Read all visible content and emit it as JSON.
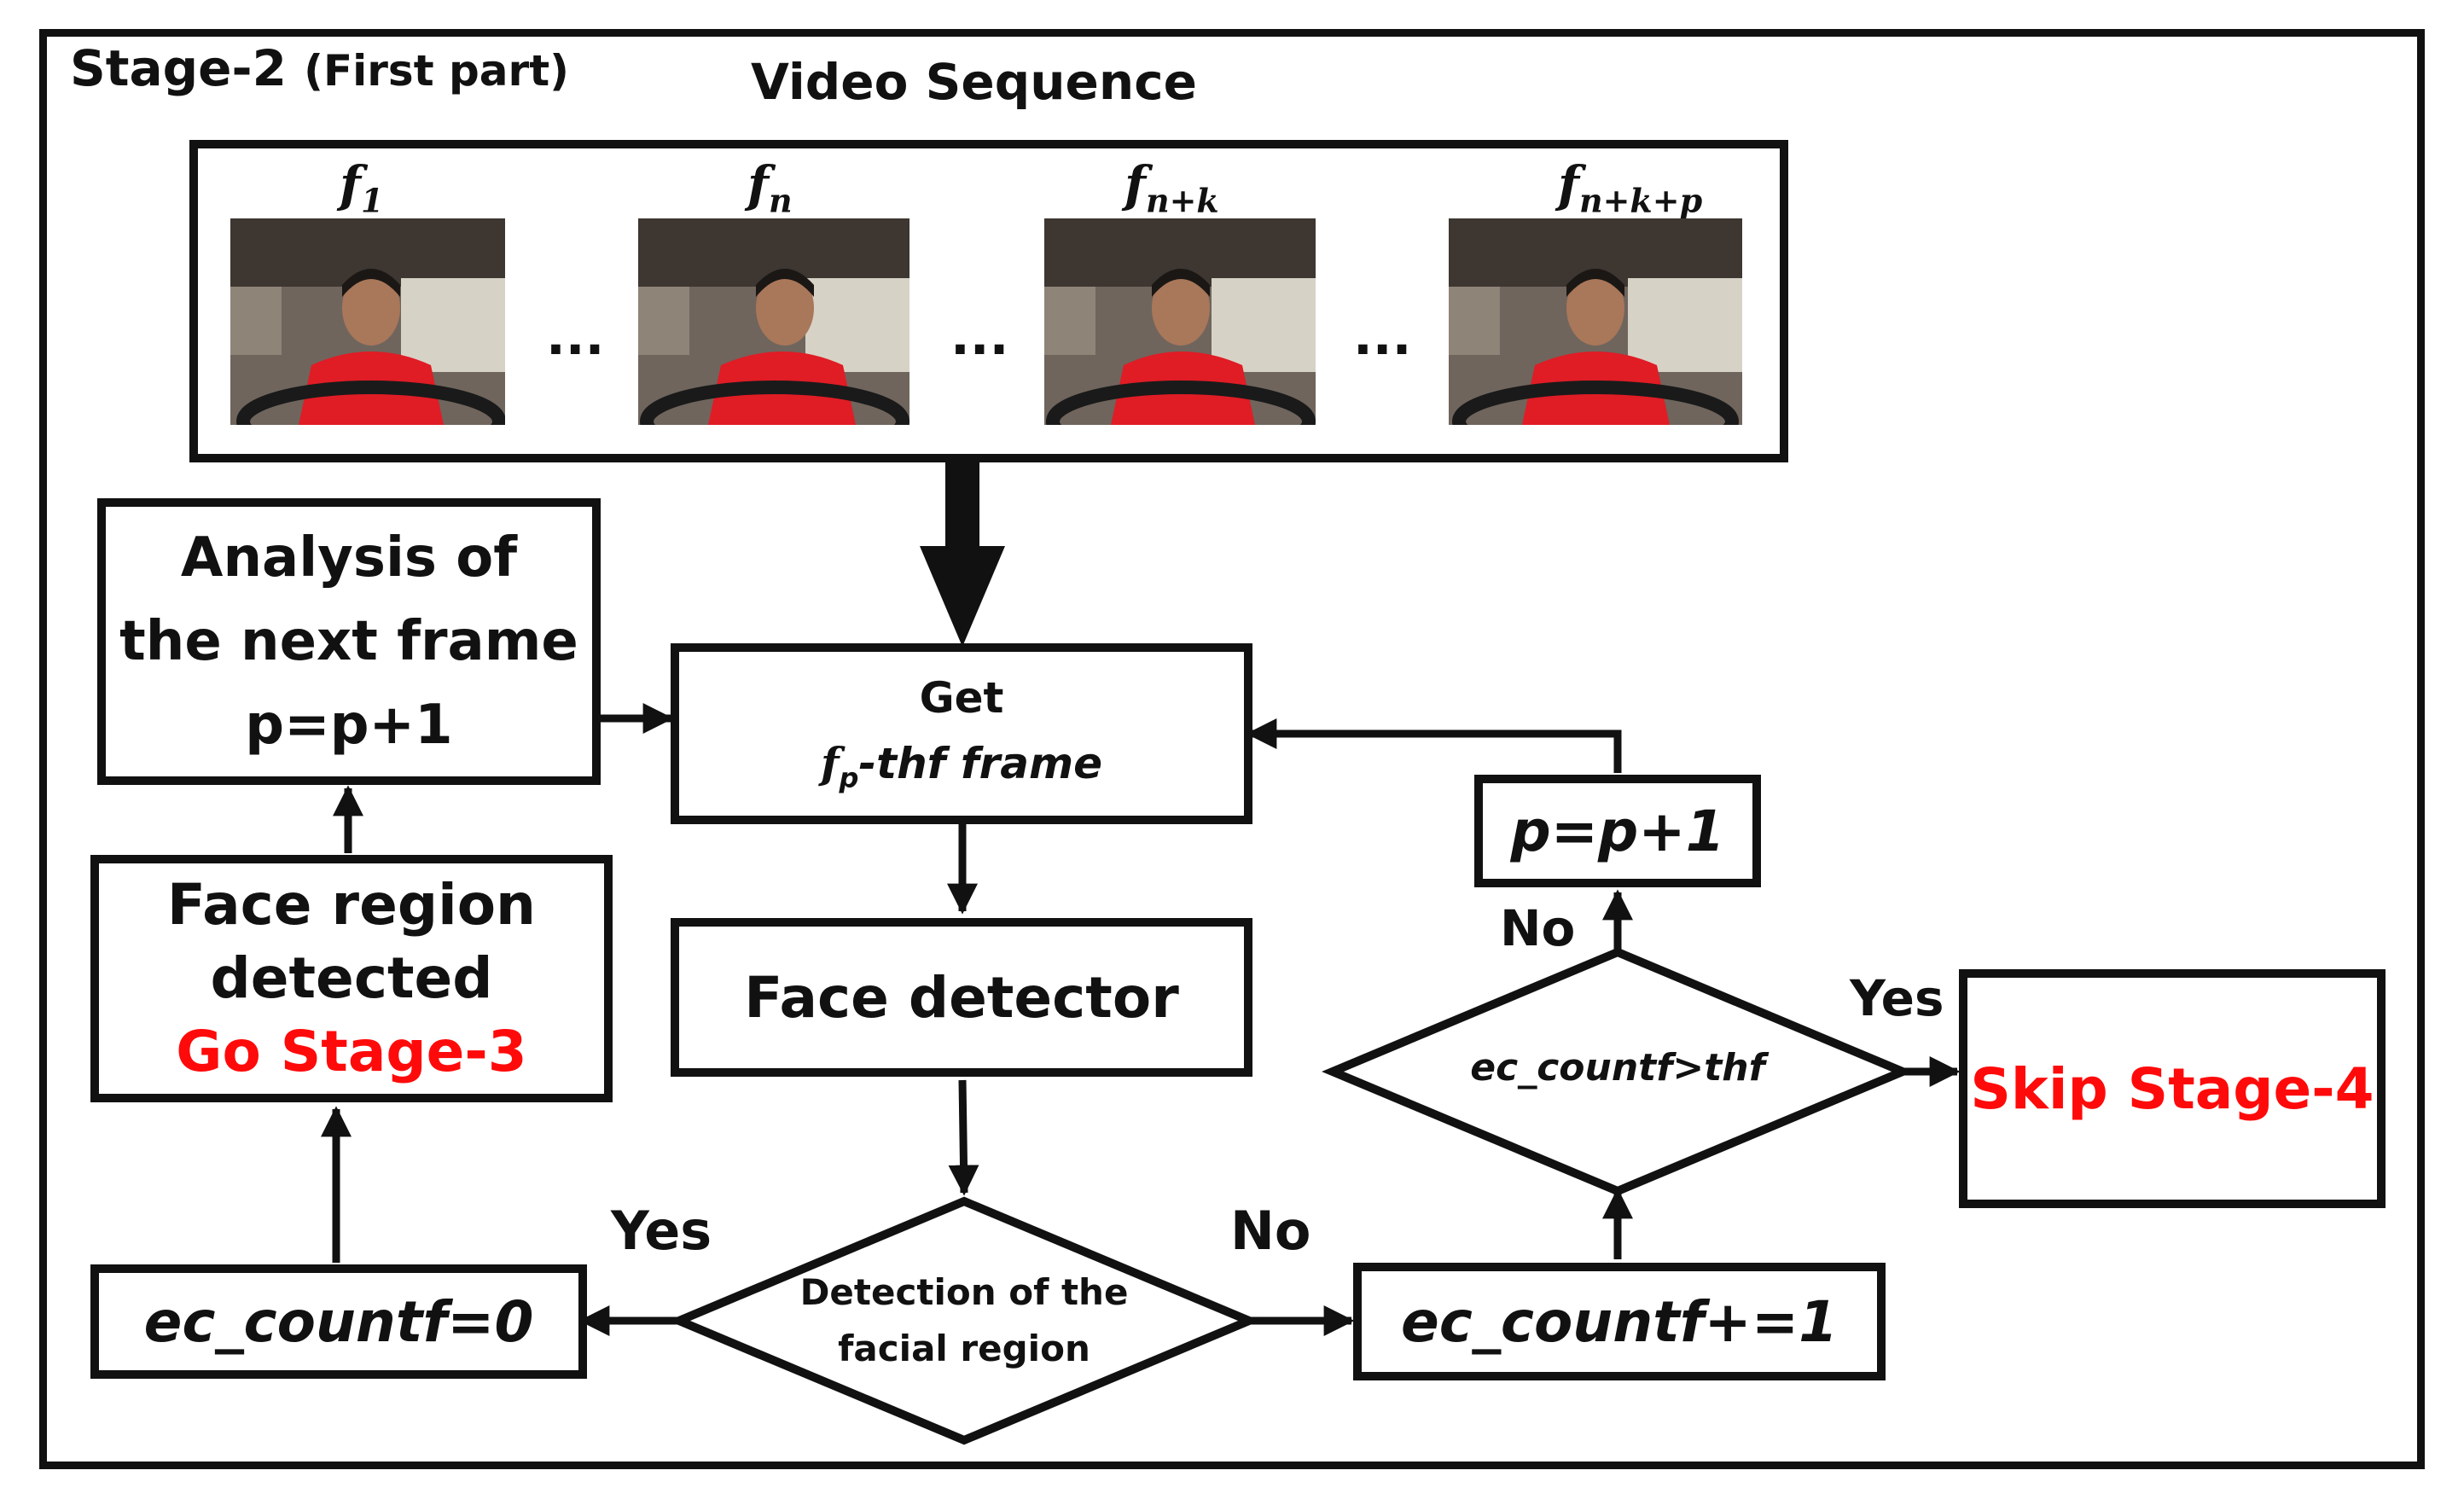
{
  "stage": {
    "title": "Stage-2",
    "subtitle": "(First part)"
  },
  "video": {
    "title": "Video Sequence",
    "frames": [
      {
        "symbol": "f",
        "subscript": "1"
      },
      {
        "symbol": "f",
        "subscript": "n"
      },
      {
        "symbol": "f",
        "subscript": "n+k"
      },
      {
        "symbol": "f",
        "subscript": "n+k+p"
      }
    ],
    "separator": "..."
  },
  "nodes": {
    "analysis": {
      "line1": "Analysis of",
      "line2": "the next frame",
      "line3": "p=p+1"
    },
    "get_frame": {
      "line1": "Get",
      "symbol": "f",
      "subscript": "p",
      "line2": "-thf frame"
    },
    "face_detector": "Face detector",
    "face_region": {
      "line1": "Face region",
      "line2": "detected",
      "line3": "Go  Stage-3"
    },
    "detection": {
      "line1": "Detection of the",
      "line2": "facial region"
    },
    "ec_reset": "ec_countf=0",
    "ec_inc": "ec_countf+=1",
    "threshold": "ec_countf>thf",
    "p_increment": "p=p+1",
    "skip": "Skip Stage-4"
  },
  "edge_labels": {
    "yes_left": "Yes",
    "no_right": "No",
    "no_up": "No",
    "yes_skip": "Yes"
  },
  "colors": {
    "line": "#111111",
    "accent": "#ff0a0a",
    "background": "#ffffff"
  }
}
